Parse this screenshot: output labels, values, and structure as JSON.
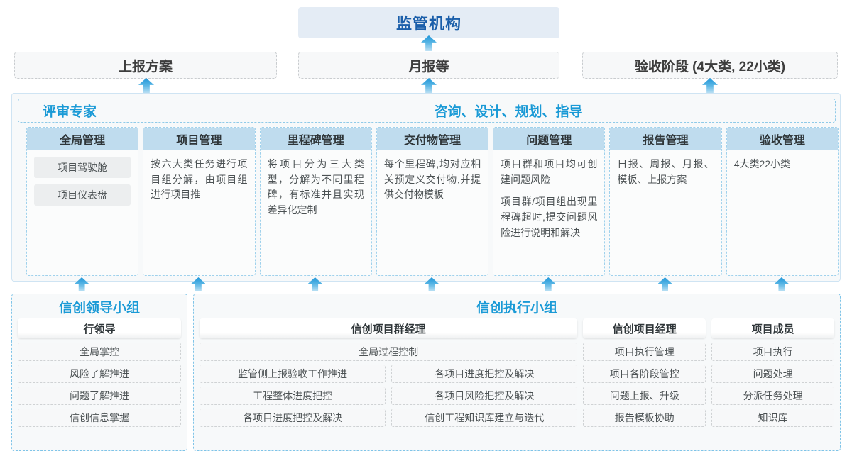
{
  "regulator": {
    "label": "监管机构"
  },
  "top_boxes": [
    {
      "label": "上报方案"
    },
    {
      "label": "月报等"
    },
    {
      "label": "验收阶段 (4大类, 22小类)"
    }
  ],
  "band": {
    "left_title": "评审专家",
    "center_title": "咨询、设计、规划、指导"
  },
  "management_columns": [
    {
      "title": "全局管理",
      "pills": [
        "项目驾驶舱",
        "项目仪表盘"
      ],
      "paragraphs": []
    },
    {
      "title": "项目管理",
      "pills": [],
      "paragraphs": [
        "按六大类任务进行项目组分解，由项目组进行项目推"
      ]
    },
    {
      "title": "里程碑管理",
      "pills": [],
      "paragraphs": [
        "将项目分为三大类型，分解为不同里程碑，有标准并且实现差异化定制"
      ]
    },
    {
      "title": "交付物管理",
      "pills": [],
      "paragraphs": [
        "每个里程碑,均对应相关预定义交付物,并提供交付物模板"
      ]
    },
    {
      "title": "问题管理",
      "pills": [],
      "paragraphs": [
        "项目群和项目均可创建问题风险",
        "项目群/项目组出现里程碑超时,提交问题风险进行说明和解决"
      ]
    },
    {
      "title": "报告管理",
      "pills": [],
      "paragraphs": [
        "日报、周报、月报、模板、上报方案"
      ]
    },
    {
      "title": "验收管理",
      "pills": [],
      "paragraphs": [
        "4大类22小类"
      ]
    }
  ],
  "leader_group": {
    "title": "信创领导小组",
    "card_head": "行领导",
    "items": [
      "全局掌控",
      "风险了解推进",
      "问题了解推进",
      "信创信息掌握"
    ]
  },
  "exec_group": {
    "title": "信创执行小组",
    "program_manager": {
      "card_head": "信创项目群经理",
      "full_width_item": "全局过程控制",
      "left_items": [
        "监管侧上报验收工作推进",
        "工程整体进度把控",
        "各项目进度把控及解决"
      ],
      "right_items": [
        "各项目进度把控及解决",
        "各项目风险把控及解决",
        "信创工程知识库建立与迭代"
      ]
    },
    "project_manager": {
      "card_head": "信创项目经理",
      "items": [
        "项目执行管理",
        "项目各阶段管控",
        "问题上报、升级",
        "报告模板协助"
      ]
    },
    "project_member": {
      "card_head": "项目成员",
      "items": [
        "项目执行",
        "问题处理",
        "分派任务处理",
        "知识库"
      ]
    }
  },
  "colors": {
    "accent_blue": "#1a9ad6",
    "title_blue": "#1b5faa",
    "header_fill": "#bfdcee",
    "regulator_fill": "#e4ecf5",
    "arrow_top": "#2196d8"
  }
}
